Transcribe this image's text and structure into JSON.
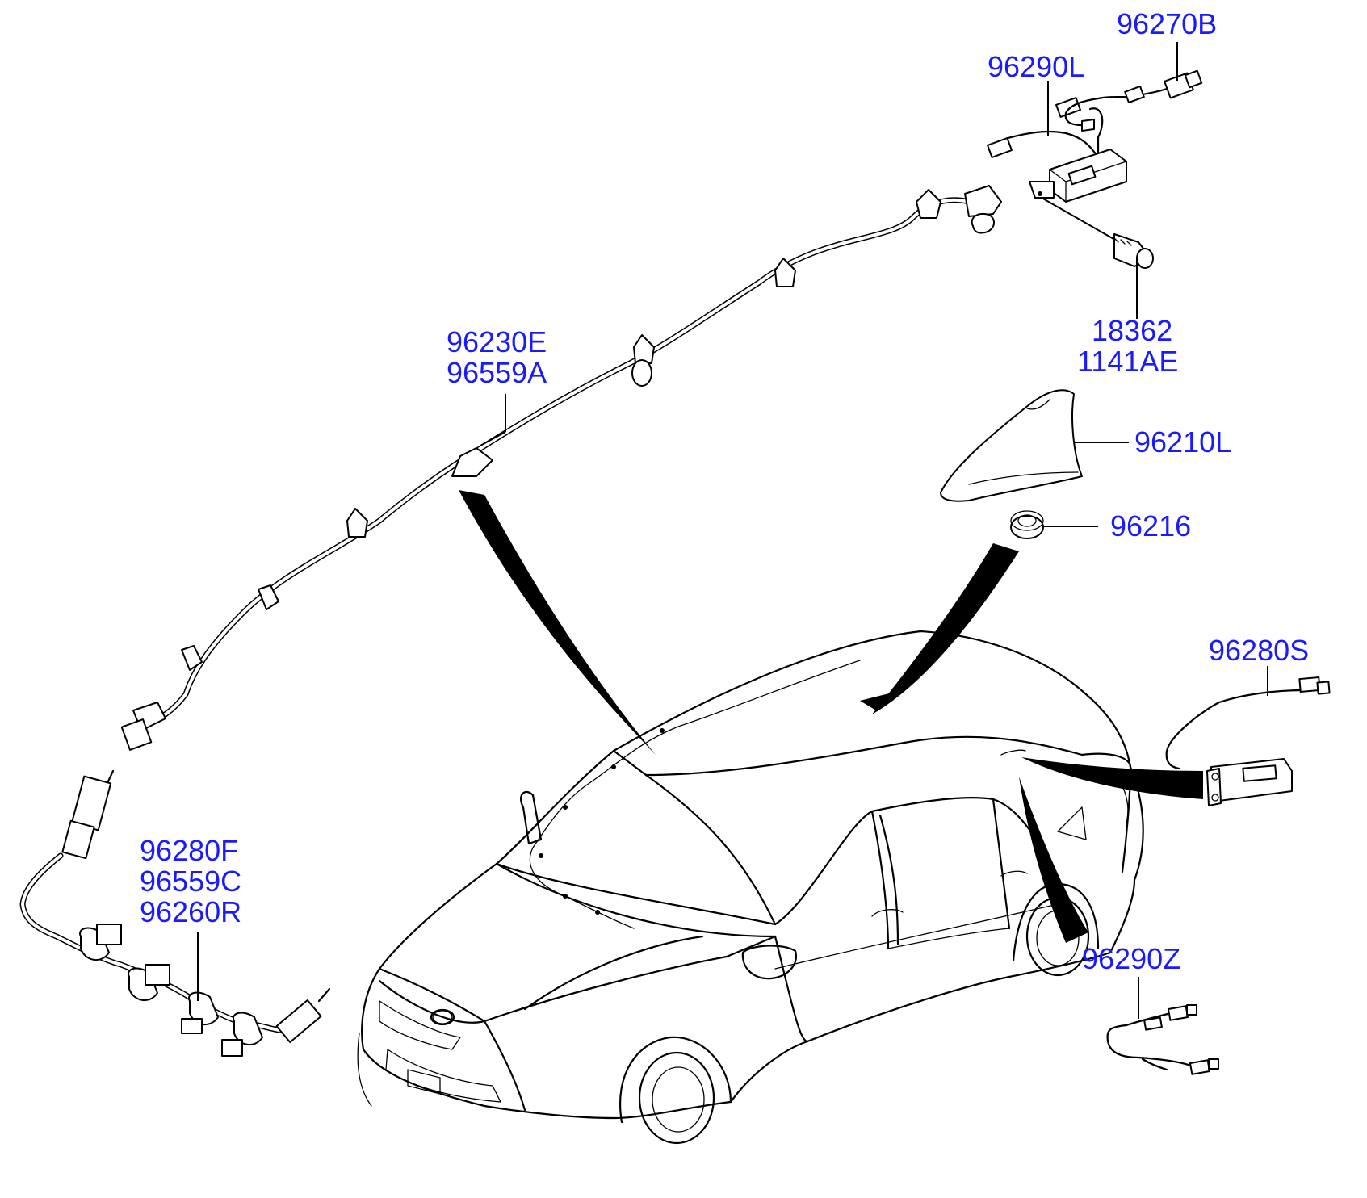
{
  "label_color": "#1a1aff",
  "labels": {
    "p96270B": "96270B",
    "p96290L": "96290L",
    "p18362": "18362",
    "p1141AE": "1141AE",
    "p96230E": "96230E",
    "p96559A": "96559A",
    "p96210L": "96210L",
    "p96216": "96216",
    "p96280S": "96280S",
    "p96280F": "96280F",
    "p96559C": "96559C",
    "p96260R": "96260R",
    "p96290Z": "96290Z"
  }
}
